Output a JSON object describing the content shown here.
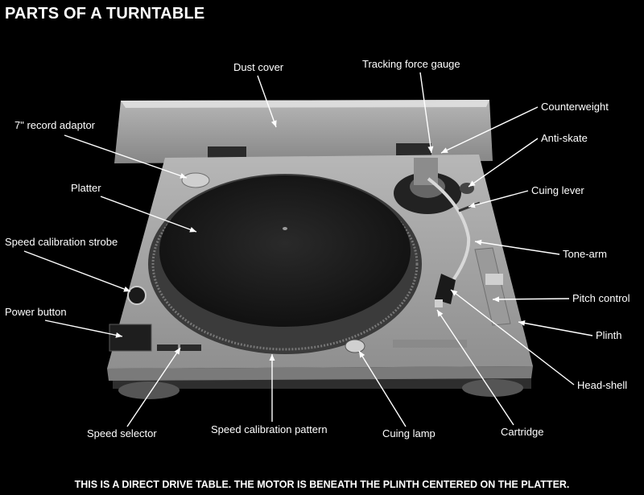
{
  "title": "PARTS OF A TURNTABLE",
  "footer": "THIS IS A DIRECT DRIVE TABLE. THE MOTOR IS BENEATH THE PLINTH CENTERED ON THE PLATTER.",
  "labels": {
    "dust_cover": "Dust cover",
    "tracking_force_gauge": "Tracking force gauge",
    "record_adaptor": "7\" record adaptor",
    "counterweight": "Counterweight",
    "anti_skate": "Anti-skate",
    "platter": "Platter",
    "cuing_lever": "Cuing lever",
    "speed_calibration_strobe": "Speed calibration strobe",
    "tone_arm": "Tone-arm",
    "pitch_control": "Pitch control",
    "power_button": "Power button",
    "plinth": "Plinth",
    "head_shell": "Head-shell",
    "speed_selector": "Speed selector",
    "speed_calibration_pattern": "Speed calibration pattern",
    "cuing_lamp": "Cuing lamp",
    "cartridge": "Cartridge"
  },
  "colors": {
    "background": "#000000",
    "text": "#ffffff",
    "plinth": "#a8a8a8",
    "platter": "#1c1c1c",
    "dust_cover": "#c9c9c9"
  }
}
